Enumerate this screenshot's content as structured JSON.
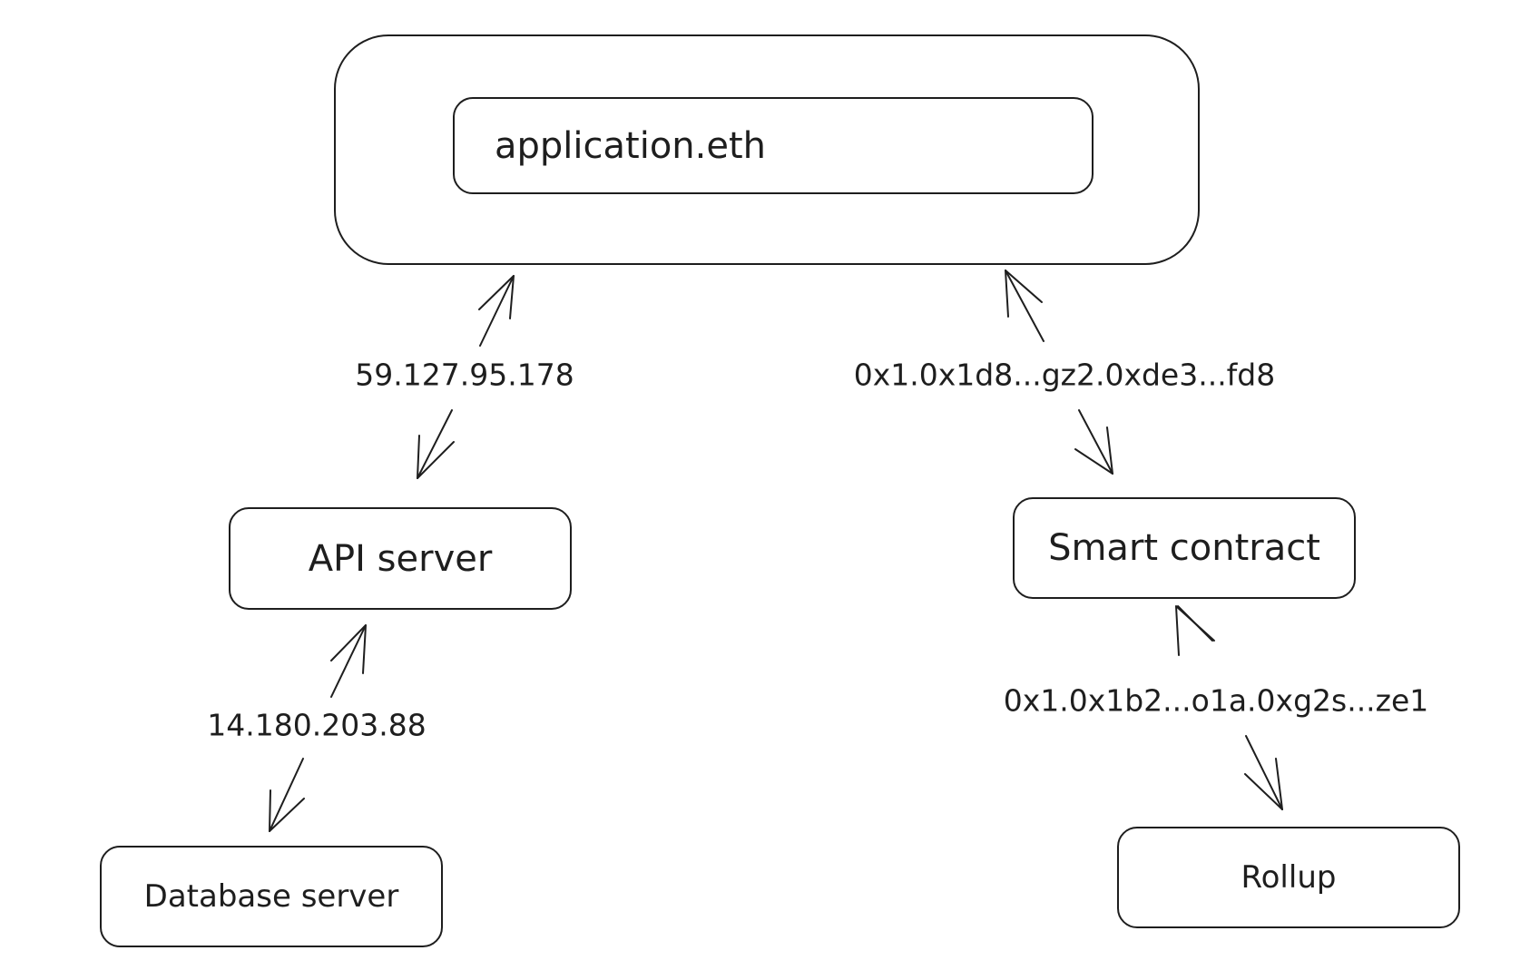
{
  "nodes": {
    "application": "application.eth",
    "api_server": "API server",
    "smart_contract": "Smart contract",
    "database_server": "Database server",
    "rollup": "Rollup"
  },
  "edges": [
    {
      "from": "api_server",
      "to": "application",
      "label": "59.127.95.178"
    },
    {
      "from": "smart_contract",
      "to": "application",
      "label": "0x1.0x1d8...gz2.0xde3...fd8"
    },
    {
      "from": "database_server",
      "to": "api_server",
      "label": "14.180.203.88"
    },
    {
      "from": "rollup",
      "to": "smart_contract",
      "label": "0x1.0x1b2...o1a.0xg2s...ze1"
    }
  ]
}
